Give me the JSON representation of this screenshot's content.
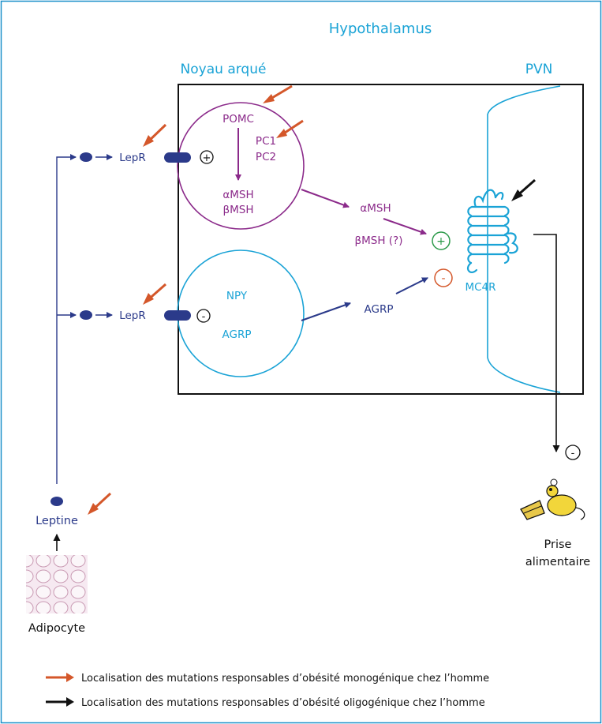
{
  "labels": {
    "hypothalamus": "Hypothalamus",
    "noyau_arque": "Noyau arqué",
    "pvn": "PVN",
    "pomc": "POMC",
    "pc1": "PC1",
    "pc2": "PC2",
    "amsh_inner": "αMSH",
    "bmsh_inner": "βMSH",
    "npy": "NPY",
    "agrp_inner": "AGRP",
    "amsh_outer": "αMSH",
    "bmsh_outer": "βMSH (?)",
    "agrp_outer": "AGRP",
    "mc4r": "MC4R",
    "lepr_top": "LepR",
    "lepr_bottom": "LepR",
    "leptine": "Leptine",
    "adipocyte": "Adipocyte",
    "prise_line1": "Prise",
    "prise_line2": "alimentaire",
    "plus_receptor_top": "+",
    "minus_receptor_bottom": "-",
    "plus_mc4r": "+",
    "minus_mc4r": "-",
    "minus_output": "-"
  },
  "legend": {
    "red_text": "Localisation des mutations responsables d’obésité monogénique chez l’homme",
    "black_text": "Localisation des mutations responsables d’obésité oligogénique chez l’homme"
  },
  "colors": {
    "border": "#1a8fc9",
    "cyan": "#1aa3d6",
    "purple": "#8b2a8a",
    "navy": "#2b3a8a",
    "mutation_red": "#d4572a",
    "plus_green": "#2c9a4a",
    "minus_red": "#d4572a"
  },
  "icons": {
    "red_arrow": "red-mutation-arrow-icon",
    "black_arrow": "black-mutation-arrow-icon",
    "receptor": "receptor-capsule-icon",
    "mouse": "mouse-eating-icon",
    "adipocyte": "adipocyte-tissue-icon"
  }
}
